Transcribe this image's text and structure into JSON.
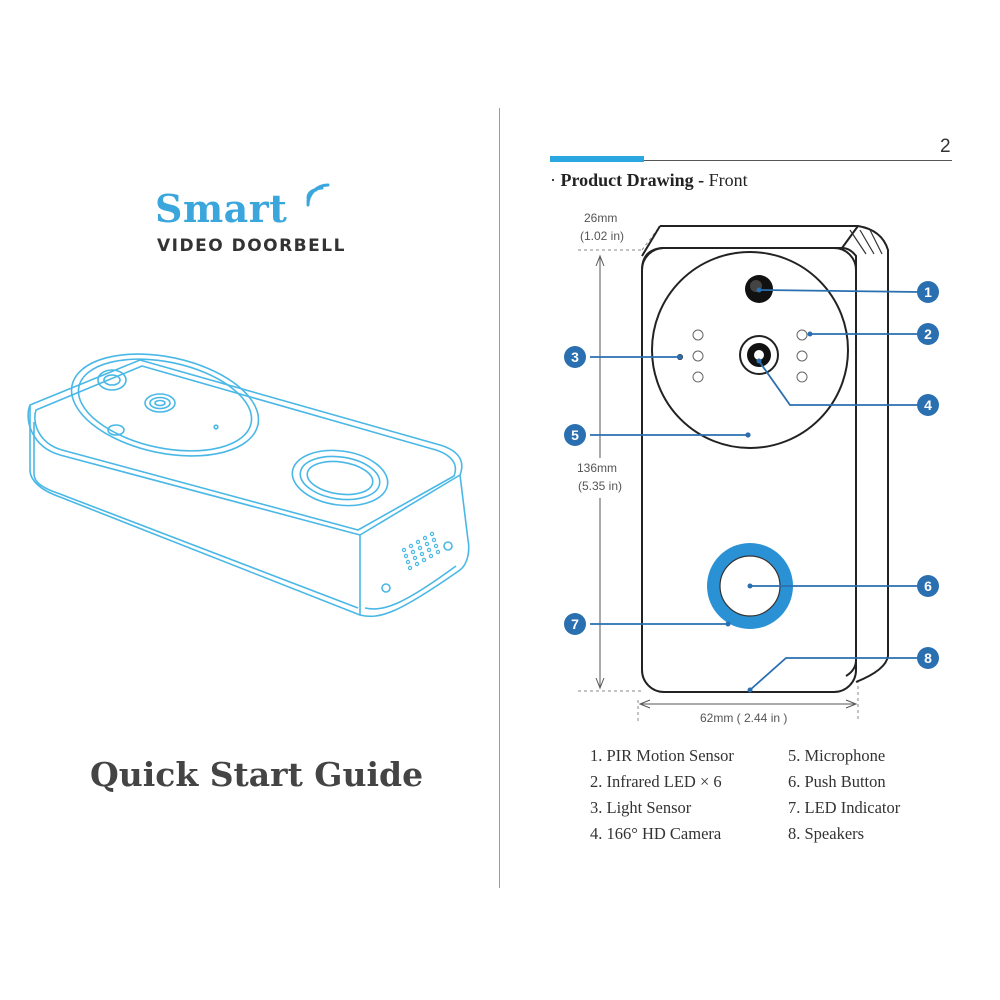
{
  "cover": {
    "brand_word": "Smart",
    "brand_subtitle": "VIDEO DOORBELL",
    "guide_title": "Quick Start Guide",
    "accent_color": "#3aa6dc"
  },
  "product_page": {
    "page_number": "2",
    "section_label": "Product Drawing -",
    "section_view": "Front",
    "dimensions": {
      "depth_mm": "26mm",
      "depth_in": "(1.02 in)",
      "height_mm": "136mm",
      "height_in": "(5.35 in)",
      "width": "62mm ( 2.44 in )"
    },
    "callouts": [
      "1",
      "2",
      "3",
      "4",
      "5",
      "6",
      "7",
      "8"
    ],
    "legend_left": [
      "1. PIR Motion Sensor",
      "2. Infrared LED × 6",
      "3. Light Sensor",
      "4. 166°  HD Camera"
    ],
    "legend_right": [
      "5. Microphone",
      "6. Push Button",
      "7. LED Indicator",
      "8. Speakers"
    ],
    "accent_color": "#2a6fb0"
  }
}
